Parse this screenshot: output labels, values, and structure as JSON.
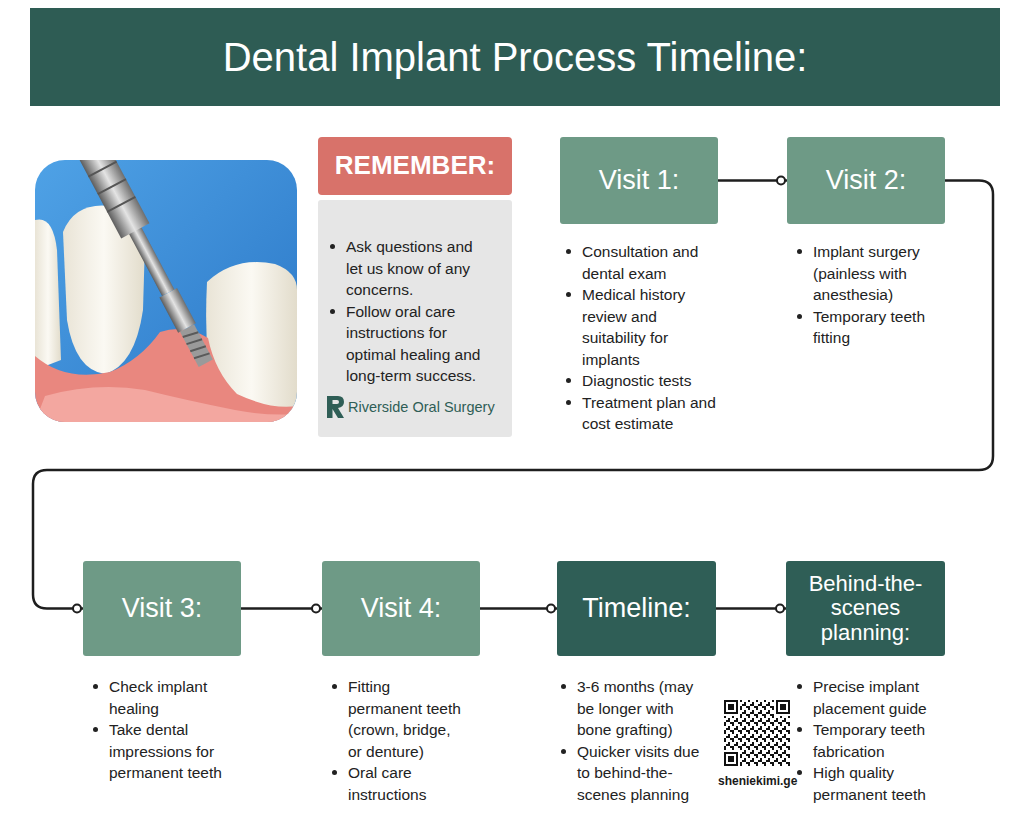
{
  "diagram": {
    "title": "Dental Implant Process Timeline:",
    "nodes": [
      {
        "text": [
          "REMEMBER:"
        ]
      },
      {
        "text": [
          "Ask questions and let us know of any concerns.",
          "Follow oral care instructions for optimal healing and long-term success.",
          "Riverside Oral Surgery"
        ]
      },
      {
        "text": [
          "Visit 1:",
          "Consultation and dental exam",
          "Medical history review and suitability for implants",
          "Diagnostic tests",
          "Treatment plan and cost estimate"
        ]
      },
      {
        "text": [
          "Visit 2:",
          "Implant surgery (painless with anesthesia)",
          "Temporary teeth fitting"
        ]
      },
      {
        "text": [
          "Visit 3:",
          "Check implant healing",
          "Take dental impressions for permanent teeth"
        ]
      },
      {
        "text": [
          "Visit 4:",
          "Fitting permanent teeth (crown, bridge, or denture)",
          "Oral care instructions"
        ]
      },
      {
        "text": [
          "Timeline:",
          "3-6 months (may be longer with bone grafting)",
          "Quicker visits due to behind-the-scenes planning"
        ]
      },
      {
        "text": [
          "Behind-the-scenes planning:",
          "Precise implant placement guide",
          "Temporary teeth fabrication",
          "High quality permanent teeth"
        ]
      }
    ],
    "edges": [
      {
        "from": 2,
        "to": 3,
        "arrow": "to"
      },
      {
        "from": 3,
        "to": 4,
        "arrow": "to"
      },
      {
        "from": 4,
        "to": 5,
        "arrow": "to"
      },
      {
        "from": 5,
        "to": 6,
        "arrow": "to"
      },
      {
        "from": 6,
        "to": 7,
        "arrow": "to"
      }
    ],
    "labels": [
      "sheniekimi.ge"
    ]
  }
}
